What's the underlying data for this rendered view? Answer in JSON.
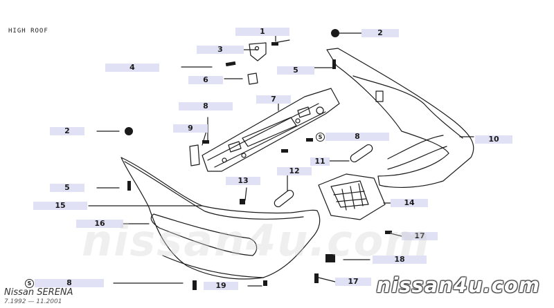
{
  "header": {
    "variant_label": "HIGH ROOF"
  },
  "footer": {
    "model": "Nissan  SERENA",
    "production": "7.1992 — 11.2001"
  },
  "brand": {
    "site": "nissan4u.com"
  },
  "colors": {
    "callout_bg": "#e1e1f5",
    "line": "#1a1a1a",
    "paper": "#ffffff"
  },
  "callouts": [
    {
      "id": "c1",
      "number": "1"
    },
    {
      "id": "c2a",
      "number": "2"
    },
    {
      "id": "c3",
      "number": "3"
    },
    {
      "id": "c4",
      "number": "4"
    },
    {
      "id": "c5a",
      "number": "5"
    },
    {
      "id": "c6",
      "number": "6"
    },
    {
      "id": "c7",
      "number": "7"
    },
    {
      "id": "c8a",
      "number": "8"
    },
    {
      "id": "c9",
      "number": "9"
    },
    {
      "id": "c2b",
      "number": "2"
    },
    {
      "id": "c8b",
      "number": "8",
      "symbol": "S"
    },
    {
      "id": "c10",
      "number": "10"
    },
    {
      "id": "c11",
      "number": "11"
    },
    {
      "id": "c12",
      "number": "12"
    },
    {
      "id": "c5b",
      "number": "5"
    },
    {
      "id": "c13",
      "number": "13"
    },
    {
      "id": "c14",
      "number": "14"
    },
    {
      "id": "c15",
      "number": "15"
    },
    {
      "id": "c16",
      "number": "16"
    },
    {
      "id": "c17a",
      "number": "17"
    },
    {
      "id": "c18",
      "number": "18"
    },
    {
      "id": "c8c",
      "number": "8",
      "symbol": "S"
    },
    {
      "id": "c19",
      "number": "19"
    },
    {
      "id": "c17b",
      "number": "17"
    }
  ]
}
